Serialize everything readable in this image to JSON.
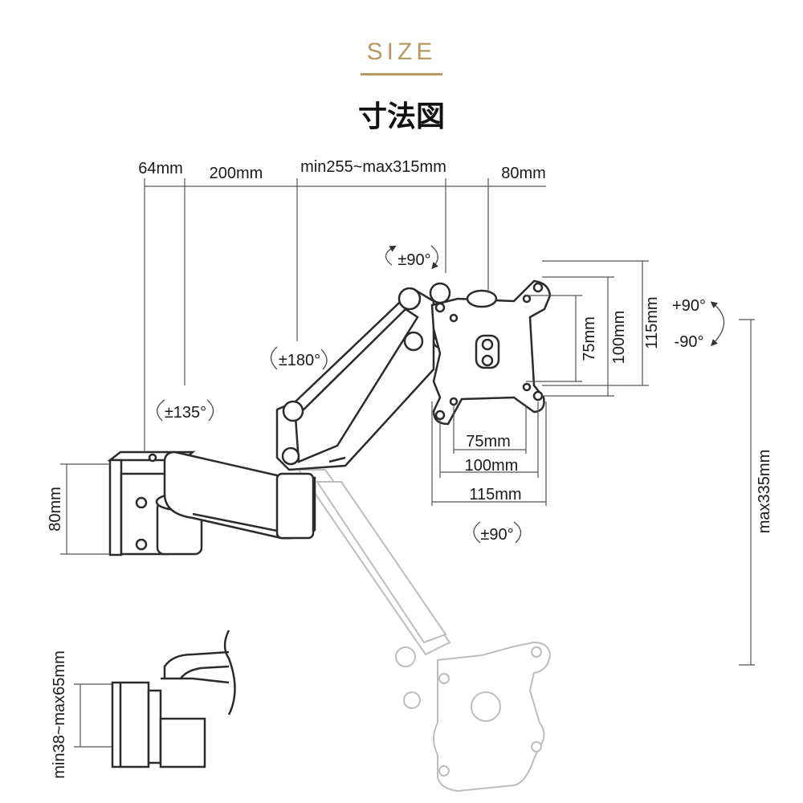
{
  "header": {
    "label": "SIZE",
    "title": "寸法図"
  },
  "dimensions": {
    "width_64": "64mm",
    "width_200": "200mm",
    "reach": "min255~max315mm",
    "width_80": "80mm",
    "vesa_v75": "75mm",
    "vesa_v100": "100mm",
    "vesa_v115": "115mm",
    "vesa_h75": "75mm",
    "vesa_h100": "100mm",
    "vesa_h115": "115mm",
    "clamp_height": "80mm",
    "vertical_drop": "max335mm",
    "desk_thickness": "min38~max65mm"
  },
  "rotations": {
    "head_swivel": "±90°",
    "arm_swivel": "±180°",
    "base_swivel": "±135°",
    "plate_rotate": "±90°",
    "tilt_up": "+90°",
    "tilt_down": "-90°"
  },
  "colors": {
    "accent": "#b59b62",
    "line": "#333333",
    "ghost": "#b8b8b8"
  }
}
